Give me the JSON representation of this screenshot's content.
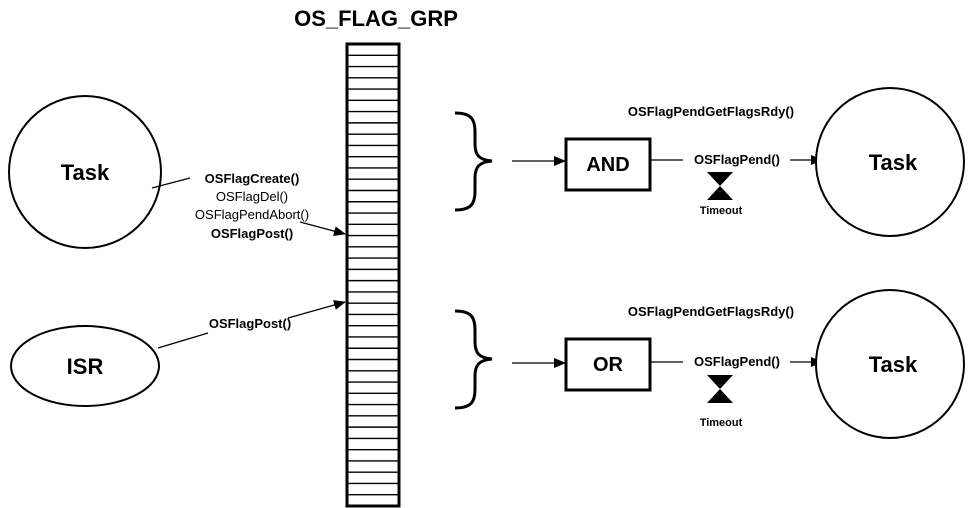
{
  "diagram": {
    "title": "OS_FLAG_GRP",
    "flag_cell_count": 41,
    "tasks": {
      "left": "Task",
      "top_right": "Task",
      "bottom_right": "Task"
    },
    "isr": "ISR",
    "task_calls": [
      "OSFlagCreate()",
      "OSFlagDel()",
      "OSFlagPendAbort()",
      "OSFlagPost()"
    ],
    "isr_call": "OSFlagPost()",
    "and_branch": {
      "gate": "AND",
      "get_flags": "OSFlagPendGetFlagsRdy()",
      "pend": "OSFlagPend()",
      "timeout": "Timeout"
    },
    "or_branch": {
      "gate": "OR",
      "get_flags": "OSFlagPendGetFlagsRdy()",
      "pend": "OSFlagPend()",
      "timeout": "Timeout"
    }
  }
}
